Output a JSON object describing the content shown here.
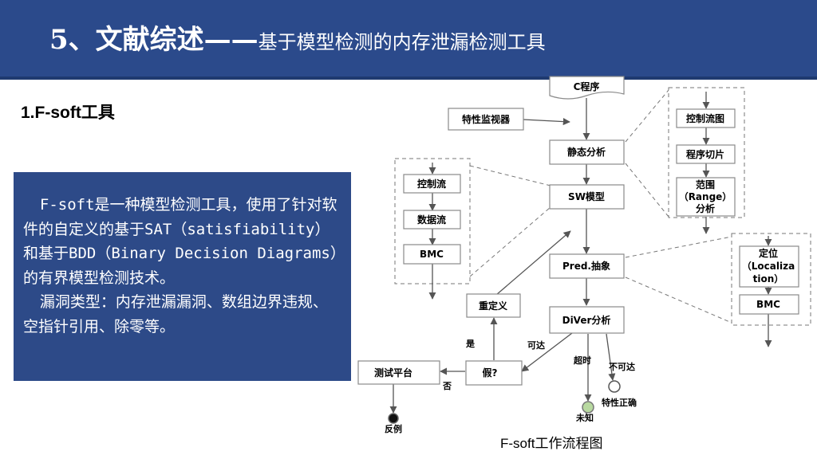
{
  "header": {
    "title_main": "5、文献综述——",
    "title_sub": "基于模型检测的内存泄漏检测工具"
  },
  "section": {
    "heading": "1.F-soft工具"
  },
  "description": {
    "para1": "F-soft是一种模型检测工具，使用了针对软件的自定义的基于SAT（satisfiability）和基于BDD（Binary Decision Diagrams）的有界模型检测技术。",
    "para2": "漏洞类型：内存泄漏漏洞、数组边界违规、空指针引用、除零等。"
  },
  "diagram": {
    "nodes": {
      "c_program": "C程序",
      "feature_monitor": "特性监视器",
      "static_analysis": "静态分析",
      "sw_model": "SW模型",
      "pred_abstract": "Pred.抽象",
      "diver_analysis": "DiVer分析",
      "redefine": "重定义",
      "false_q": "假?",
      "test_platform": "测试平台",
      "left_control_flow": "控制流",
      "left_data_flow": "数据流",
      "left_bmc": "BMC",
      "right_control_flow_graph": "控制流图",
      "right_program_slice": "程序切片",
      "right_range_l1": "范围",
      "right_range_l2": "（Range）",
      "right_range_l3": "分析",
      "loc_l1": "定位",
      "loc_l2": "（Localiza",
      "loc_l3": "tion）",
      "loc_bmc": "BMC"
    },
    "labels": {
      "yes": "是",
      "no": "否",
      "reachable": "可达",
      "timeout": "超时",
      "unreachable": "不可达",
      "counterexample": "反例",
      "unknown": "未知",
      "property_correct": "特性正确"
    },
    "caption": "F-soft工作流程图"
  }
}
